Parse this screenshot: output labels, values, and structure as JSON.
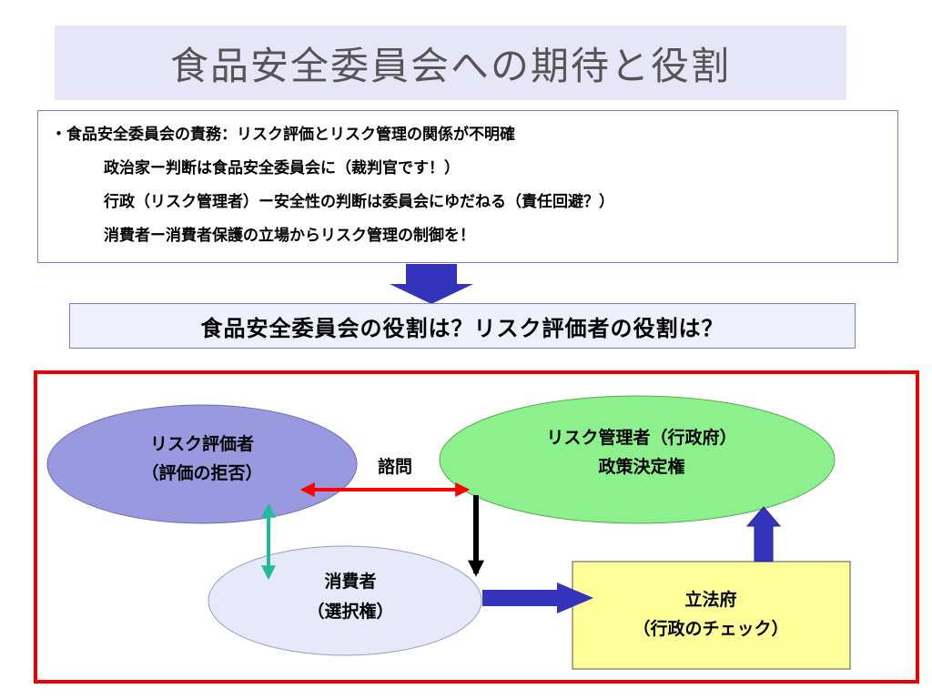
{
  "slide": {
    "title": "食品安全委員会への期待と役割",
    "issues": {
      "heading": "・食品安全委員会の責務：リスク評価とリスク管理の関係が不明確",
      "points": [
        "政治家ー判断は食品安全委員会に（裁判官です！）",
        "行政（リスク管理者）ー安全性の判断は委員会にゆだねる（責任回避？）",
        "消費者ー消費者保護の立場からリスク管理の制御を！"
      ]
    },
    "question": "食品安全委員会の役割は？リスク評価者の役割は？"
  },
  "diagram": {
    "risk_assessor": {
      "name": "リスク評価者",
      "role": "（評価の拒否）"
    },
    "risk_manager": {
      "name": "リスク管理者（行政府）",
      "role": "政策決定権"
    },
    "consultation_label": "諮問",
    "consumer": {
      "name": "消費者",
      "role": "（選択権）"
    },
    "legislature": {
      "name": "立法府",
      "role": "（行政のチェック）"
    }
  },
  "colors": {
    "title_bg": "#e6e6f8",
    "assessor_fill": "#9999e0",
    "manager_fill": "#8cf08c",
    "consumer_fill": "#e8e8fb",
    "legislature_fill": "#ffff99",
    "frame": "#ee0000",
    "blue_arrow": "#3333bb",
    "red_arrow": "#ff0000",
    "teal_arrow": "#22bb99"
  }
}
